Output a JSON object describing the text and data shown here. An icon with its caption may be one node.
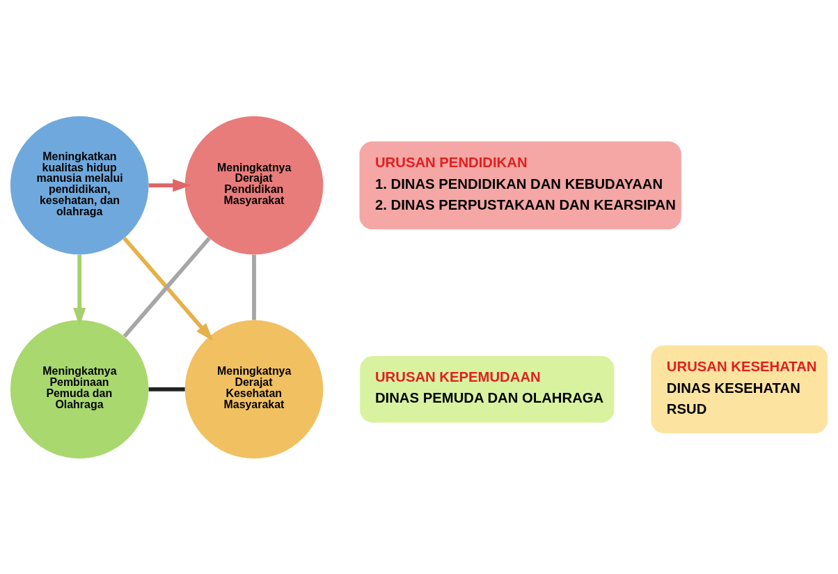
{
  "diagram": {
    "nodes": [
      {
        "text": [
          "Meningkatkan kualitas hidup manusia melalui pendidikan, kesehatan, dan olahraga"
        ]
      },
      {
        "text": [
          "Meningkatnya Derajat Pendidikan Masyarakat"
        ]
      },
      {
        "text": [
          "URUSAN PENDIDIKAN",
          "1. DINAS PENDIDIKAN DAN KEBUDAYAAN",
          "2. DINAS PERPUSTAKAAN DAN KEARSIPAN"
        ]
      },
      {
        "text": [
          "URUSAN KEPEMUDAAN",
          "DINAS PEMUDA DAN OLAHRAGA"
        ]
      },
      {
        "text": [
          "Meningkatnya Pembinaan Pemuda dan Olahraga"
        ]
      },
      {
        "text": [
          "Meningkatnya Derajat Kesehatan Masyarakat"
        ]
      },
      {
        "text": [
          "URUSAN KESEHATAN",
          "DINAS KESEHATAN",
          "RSUD"
        ]
      }
    ],
    "edges": [
      {
        "from": 0,
        "to": 1,
        "arrow": "to",
        "color": "#e06666"
      },
      {
        "from": 0,
        "to": 5,
        "arrow": "to",
        "color": "#e6b04a"
      },
      {
        "from": 0,
        "to": 4,
        "arrow": "to",
        "color": "#a6d06a"
      },
      {
        "from": 1,
        "to": 5,
        "arrow": "none",
        "color": "#a6a6a6"
      },
      {
        "from": 5,
        "to": 4,
        "arrow": "none",
        "color": "#222222"
      },
      {
        "from": 4,
        "to": 1,
        "arrow": "none",
        "color": "#a6a6a6"
      }
    ]
  }
}
